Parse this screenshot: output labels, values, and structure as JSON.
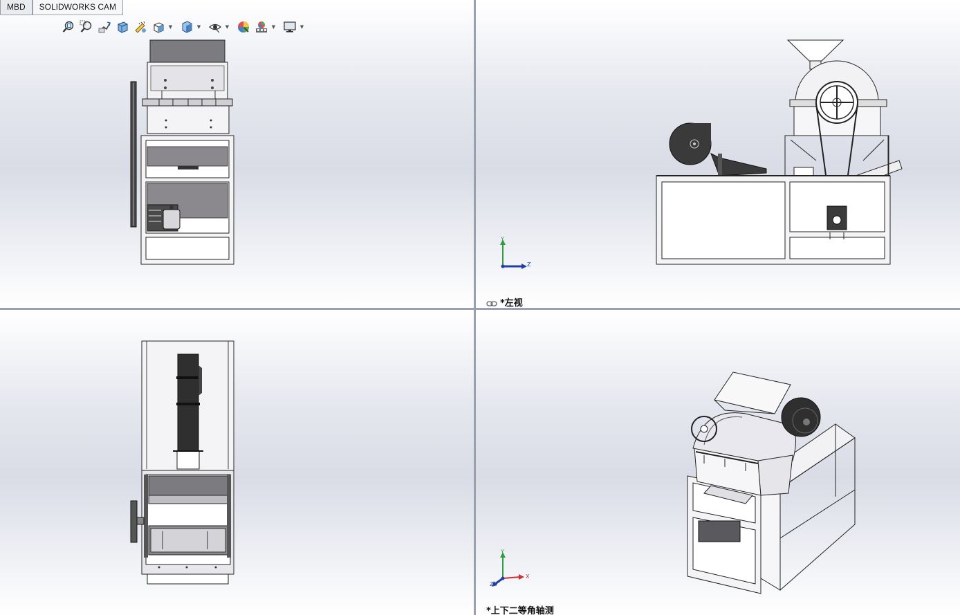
{
  "tabs": [
    {
      "label": "MBD"
    },
    {
      "label": "SOLIDWORKS CAM"
    }
  ],
  "toolbar": {
    "buttons": [
      {
        "icon": "zoom-to-fit-icon"
      },
      {
        "icon": "zoom-to-area-icon"
      },
      {
        "icon": "previous-view-icon"
      },
      {
        "icon": "section-view-icon"
      },
      {
        "icon": "dynamic-annotation-icon"
      },
      {
        "icon": "view-orientation-icon"
      },
      {
        "icon": "display-style-icon"
      },
      {
        "icon": "hide-show-items-icon"
      },
      {
        "icon": "edit-appearance-icon"
      },
      {
        "icon": "apply-scene-icon"
      },
      {
        "icon": "view-settings-icon"
      }
    ]
  },
  "viewports": {
    "top_left": {
      "label": ""
    },
    "top_right": {
      "label": "*左视",
      "triad": {
        "y": "Y",
        "z": "Z"
      }
    },
    "bottom_left": {
      "label": ""
    },
    "bottom_right": {
      "label": "*上下二等角轴测",
      "triad": {
        "y": "Y",
        "x": "X",
        "z": "Z"
      }
    }
  },
  "colors": {
    "viewport_top": "#ffffff",
    "viewport_mid": "#d9dce6",
    "part_fill": "#f5f5f5",
    "part_dark": "#3a3a3a",
    "part_grey": "#8a8a8e",
    "axis_y": "#2ea043",
    "axis_z": "#1f3fa8",
    "axis_x": "#d03030"
  }
}
